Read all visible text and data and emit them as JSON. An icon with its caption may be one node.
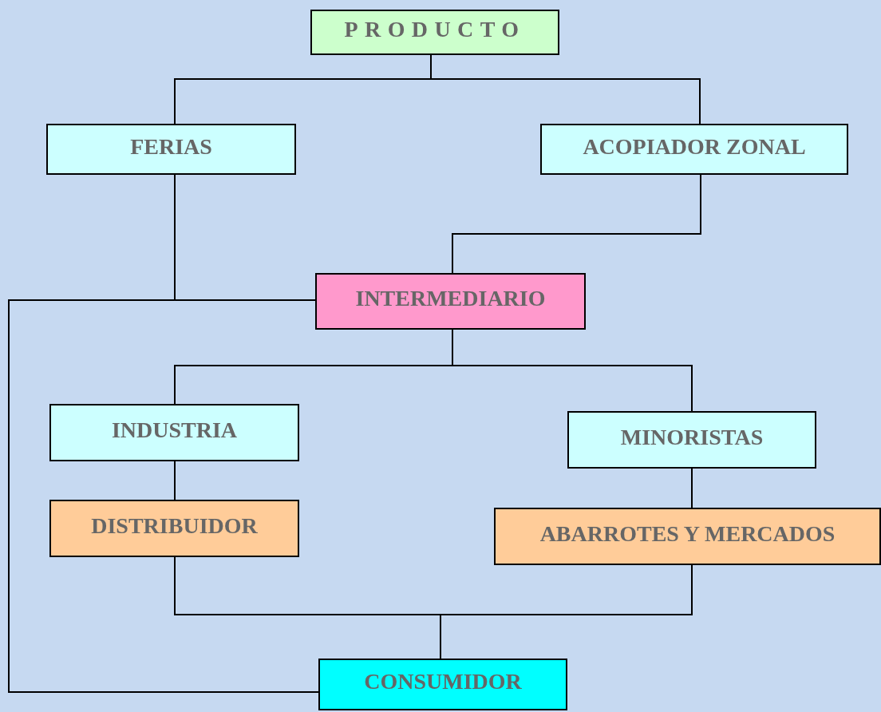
{
  "diagram": {
    "nodes": [
      {
        "text": [
          "PRODUCTO"
        ]
      },
      {
        "text": [
          "FERIAS"
        ]
      },
      {
        "text": [
          "ACOPIADOR ZONAL"
        ]
      },
      {
        "text": [
          "INTERMEDIARIO"
        ]
      },
      {
        "text": [
          "INDUSTRIA"
        ]
      },
      {
        "text": [
          "MINORISTAS"
        ]
      },
      {
        "text": [
          "DISTRIBUIDOR"
        ]
      },
      {
        "text": [
          "ABARROTES Y MERCADOS"
        ]
      },
      {
        "text": [
          "CONSUMIDOR"
        ]
      }
    ],
    "edges": [
      {
        "from": 0,
        "to": 1,
        "arrow": "none"
      },
      {
        "from": 0,
        "to": 2,
        "arrow": "none"
      },
      {
        "from": 2,
        "to": 3,
        "arrow": "none"
      },
      {
        "from": 1,
        "to": 3,
        "arrow": "none"
      },
      {
        "from": 3,
        "to": 8,
        "arrow": "none"
      },
      {
        "from": 3,
        "to": 4,
        "arrow": "none"
      },
      {
        "from": 3,
        "to": 5,
        "arrow": "none"
      },
      {
        "from": 4,
        "to": 6,
        "arrow": "none"
      },
      {
        "from": 5,
        "to": 7,
        "arrow": "none"
      },
      {
        "from": 6,
        "to": 8,
        "arrow": "none"
      },
      {
        "from": 7,
        "to": 8,
        "arrow": "none"
      }
    ]
  }
}
